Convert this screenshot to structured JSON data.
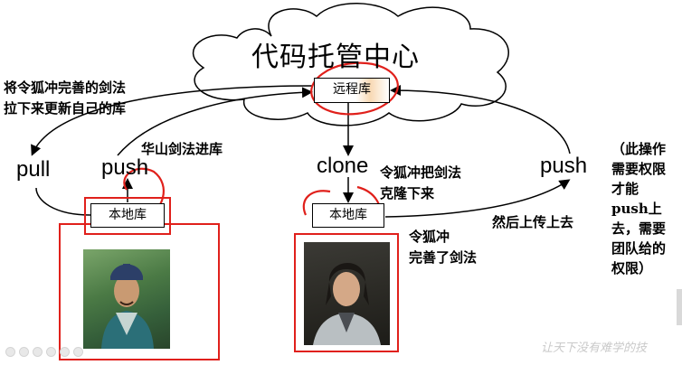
{
  "title": "代码托管中心",
  "remote_repo": "远程库",
  "local_repo_left": "本地库",
  "local_repo_right": "本地库",
  "commands": {
    "pull": "pull",
    "push_left": "push",
    "clone": "clone",
    "push_right": "push"
  },
  "notes": {
    "pull_note_line1": "将令狐冲完善的剑法",
    "pull_note_line2": "拉下来更新自己的库",
    "huashan": "华山剑法进库",
    "clone_note_line1": "令狐冲把剑法",
    "clone_note_line2": "克隆下来",
    "improve_line1": "令狐冲",
    "improve_line2": "完善了剑法",
    "upload": "然后上传上去",
    "permission_lines": [
      "（此操作",
      "需要权限",
      "才能",
      "push上",
      "去，需要",
      "团队给的",
      "权限）"
    ]
  },
  "watermark": "让天下没有难学的技",
  "colors": {
    "annotation_red": "#e0201b",
    "line": "#000000",
    "remote_highlight": "#f8d9b4"
  }
}
